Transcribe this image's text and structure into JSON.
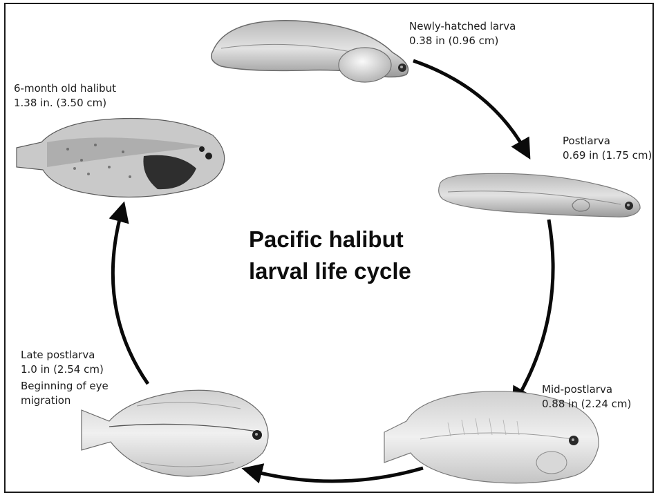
{
  "title": {
    "line1": "Pacific halibut",
    "line2": "larval life cycle"
  },
  "stages": [
    {
      "name": "Newly-hatched larva",
      "size": "0.38 in (0.96 cm)"
    },
    {
      "name": "Postlarva",
      "size": "0.69 in (1.75 cm)"
    },
    {
      "name": "Mid-postlarva",
      "size": "0.88 in (2.24 cm)"
    },
    {
      "name": "Late postlarva",
      "size": "1.0 in (2.54 cm)",
      "note_line1": "Beginning of eye",
      "note_line2": "migration"
    },
    {
      "name": "6-month old halibut",
      "size": "1.38 in. (3.50 cm)"
    }
  ],
  "colors": {
    "arrow": "#0a0a0a",
    "fish_light": "#d6d6d6",
    "fish_mid": "#a8a8a8",
    "fish_dark": "#3a3a3a"
  }
}
